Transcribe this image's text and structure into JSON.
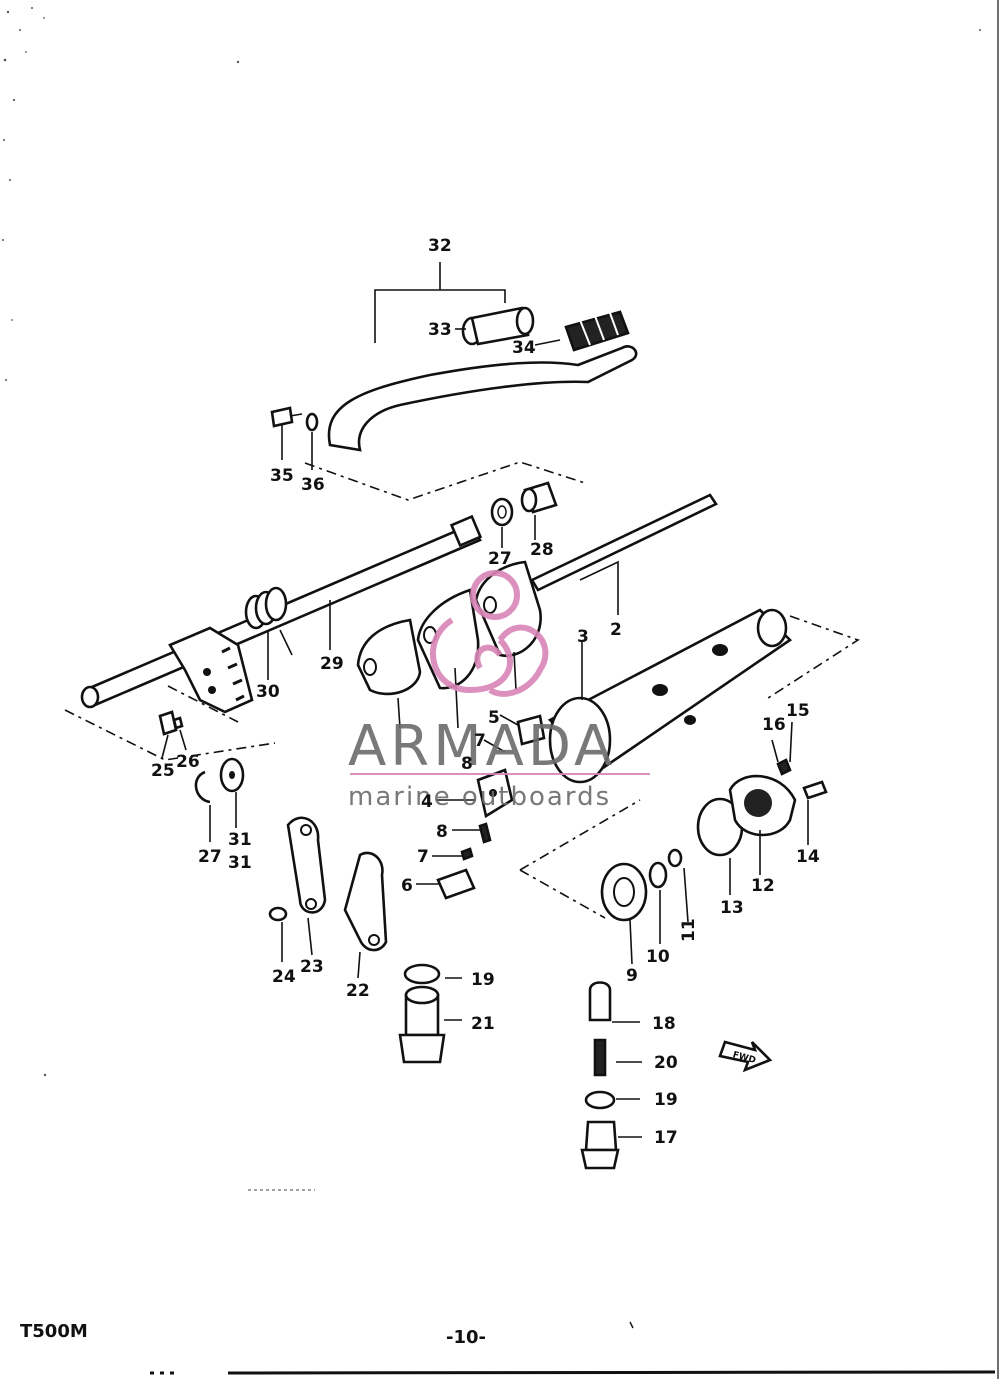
{
  "diagram": {
    "callouts": {
      "c32": "32",
      "c33": "33",
      "c34": "34",
      "c35": "35",
      "c36": "36",
      "c27a": "27",
      "c28": "28",
      "c2": "2",
      "c3": "3",
      "c29": "29",
      "c30": "30",
      "c25": "25",
      "c26": "26",
      "c27b": "27",
      "c31a": "31",
      "c31b": "31",
      "c5": "5",
      "c7a": "7",
      "c8a": "8",
      "c4": "4",
      "c8b": "8",
      "c7b": "7",
      "c6": "6",
      "c16": "16",
      "c15": "15",
      "c14": "14",
      "c12": "12",
      "c13": "13",
      "c11": "11",
      "c10": "10",
      "c9": "9",
      "c24": "24",
      "c23": "23",
      "c22": "22",
      "c19a": "19",
      "c21": "21",
      "c18": "18",
      "c20": "20",
      "c19b": "19",
      "c17": "17",
      "fwd": "FWD"
    }
  },
  "watermark": {
    "brand": "ARMADA",
    "tagline": "marine outboards",
    "color": "#d985b8"
  },
  "footer": {
    "model": "T500M",
    "page": "-10-"
  }
}
